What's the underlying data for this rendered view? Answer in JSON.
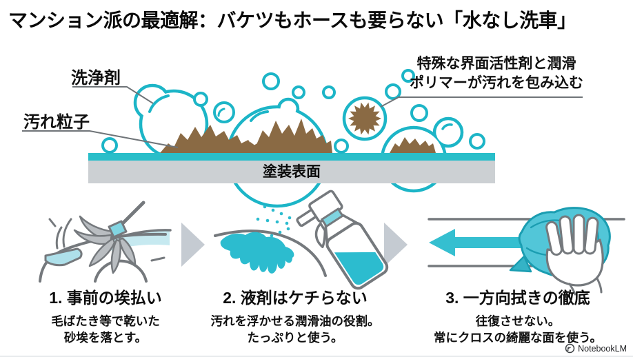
{
  "title": "マンション派の最適解：バケツもホースも要らない「水なし洗車」",
  "diagram": {
    "cleaner_label": "洗浄剤",
    "dirt_label": "汚れ粒子",
    "callout": {
      "line1": "特殊な界面活性剤と潤滑",
      "line2": "ポリマーが汚れを包み込む"
    },
    "surface_label": "塗装表面"
  },
  "steps": [
    {
      "icon": "feather-duster-car-icon",
      "title": "1. 事前の埃払い",
      "desc1": "毛ばたき等で乾いた",
      "desc2": "砂埃を落とす。"
    },
    {
      "icon": "spray-bottle-icon",
      "title": "2. 液剤はケチらない",
      "desc1": "汚れを浮かせる潤滑油の役割。",
      "desc2": "たっぷりと使う。"
    },
    {
      "icon": "wiping-hand-cloth-icon",
      "title": "3. 一方向拭きの徹底",
      "desc1": "往復させない。",
      "desc2": "常にクロスの綺麗な面を使う。"
    }
  ],
  "watermark": {
    "brand": "NotebookLM"
  },
  "colors": {
    "teal_outline": "#1cb5c7",
    "teal_fill": "#2cbccf",
    "light_teal": "#c6e9f0",
    "dirt_brown": "#8a6a44",
    "surface_gray": "#ccd0d3",
    "step_arrow_gray": "#c5cbd2",
    "icon_gray": "#75797d",
    "leader_gray": "#6f7478"
  }
}
